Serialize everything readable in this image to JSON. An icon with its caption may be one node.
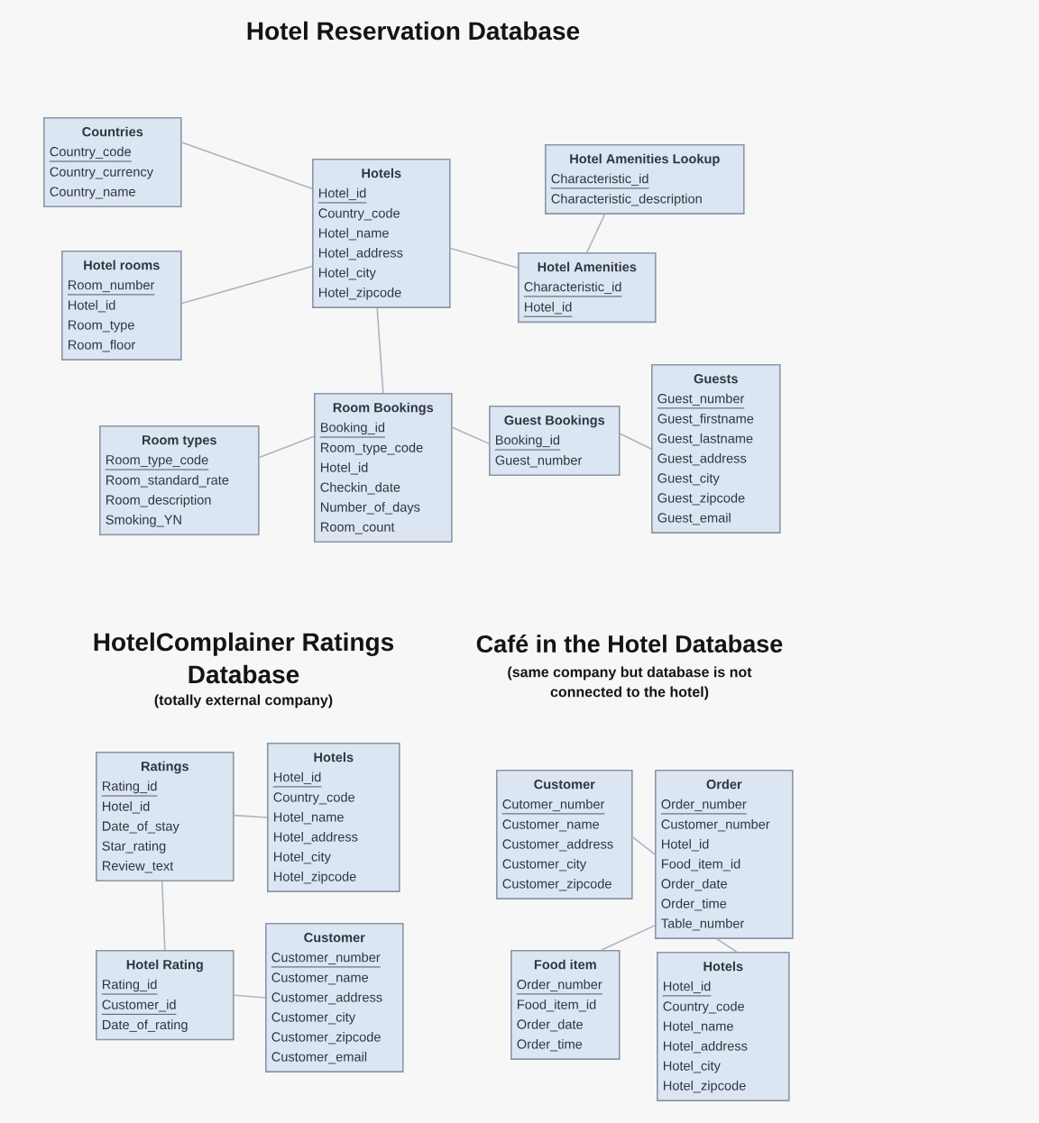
{
  "diagram": {
    "title": "Hotel Reservation Database",
    "nodes": [
      {
        "text": [
          "Countries",
          "Country_code",
          "Country_currency",
          "Country_name"
        ]
      },
      {
        "text": [
          "Hotels",
          "Hotel_id",
          "Country_code",
          "Hotel_name",
          "Hotel_address",
          "Hotel_city",
          "Hotel_zipcode"
        ]
      },
      {
        "text": [
          "Hotel Amenities Lookup",
          "Characteristic_id",
          "Characteristic_description"
        ]
      },
      {
        "text": [
          "Hotel rooms",
          "Room_number",
          "Hotel_id",
          "Room_type",
          "Room_floor"
        ]
      },
      {
        "text": [
          "Hotel Amenities",
          "Characteristic_id",
          "Hotel_id"
        ]
      },
      {
        "text": [
          "Room types",
          "Room_type_code",
          "Room_standard_rate",
          "Room_description",
          "Smoking_YN"
        ]
      },
      {
        "text": [
          "Room Bookings",
          "Booking_id",
          "Room_type_code",
          "Hotel_id",
          "Checkin_date",
          "Number_of_days",
          "Room_count"
        ]
      },
      {
        "text": [
          "Guest Bookings",
          "Booking_id",
          "Guest_number"
        ]
      },
      {
        "text": [
          "Guests",
          "Guest_number",
          "Guest_firstname",
          "Guest_lastname",
          "Guest_address",
          "Guest_city",
          "Guest_zipcode",
          "Guest_email"
        ]
      },
      {
        "text": [
          "Ratings",
          "Rating_id",
          "Hotel_id",
          "Date_of_stay",
          "Star_rating",
          "Review_text"
        ]
      },
      {
        "text": [
          "Hotels",
          "Hotel_id",
          "Country_code",
          "Hotel_name",
          "Hotel_address",
          "Hotel_city",
          "Hotel_zipcode"
        ]
      },
      {
        "text": [
          "Hotel Rating",
          "Rating_id",
          "Customer_id",
          "Date_of_rating"
        ]
      },
      {
        "text": [
          "Customer",
          "Customer_number",
          "Customer_name",
          "Customer_address",
          "Customer_city",
          "Customer_zipcode",
          "Customer_email"
        ]
      },
      {
        "text": [
          "Customer",
          "Cutomer_number",
          "Customer_name",
          "Customer_address",
          "Customer_city",
          "Customer_zipcode"
        ]
      },
      {
        "text": [
          "Order",
          "Order_number",
          "Customer_number",
          "Hotel_id",
          "Food_item_id",
          "Order_date",
          "Order_time",
          "Table_number"
        ]
      },
      {
        "text": [
          "Food item",
          "Order_number",
          "Food_item_id",
          "Order_date",
          "Order_time"
        ]
      },
      {
        "text": [
          "Hotels",
          "Hotel_id",
          "Country_code",
          "Hotel_name",
          "Hotel_address",
          "Hotel_city",
          "Hotel_zipcode"
        ]
      }
    ],
    "edges": [
      {
        "from": 0,
        "to": 1,
        "arrow": "none"
      },
      {
        "from": 3,
        "to": 1,
        "arrow": "none"
      },
      {
        "from": 1,
        "to": 4,
        "arrow": "none"
      },
      {
        "from": 2,
        "to": 4,
        "arrow": "none"
      },
      {
        "from": 1,
        "to": 6,
        "arrow": "none"
      },
      {
        "from": 5,
        "to": 6,
        "arrow": "none"
      },
      {
        "from": 6,
        "to": 7,
        "arrow": "none"
      },
      {
        "from": 7,
        "to": 8,
        "arrow": "none"
      },
      {
        "from": 9,
        "to": 10,
        "arrow": "none"
      },
      {
        "from": 9,
        "to": 11,
        "arrow": "none"
      },
      {
        "from": 11,
        "to": 12,
        "arrow": "none"
      },
      {
        "from": 13,
        "to": 14,
        "arrow": "none"
      },
      {
        "from": 14,
        "to": 15,
        "arrow": "none"
      },
      {
        "from": 14,
        "to": 16,
        "arrow": "none"
      }
    ],
    "labels": [
      "HotelComplainer Ratings Database",
      "(totally external company)",
      "Café in the Hotel Database",
      "(same company but database is not connected to the hotel)"
    ]
  }
}
